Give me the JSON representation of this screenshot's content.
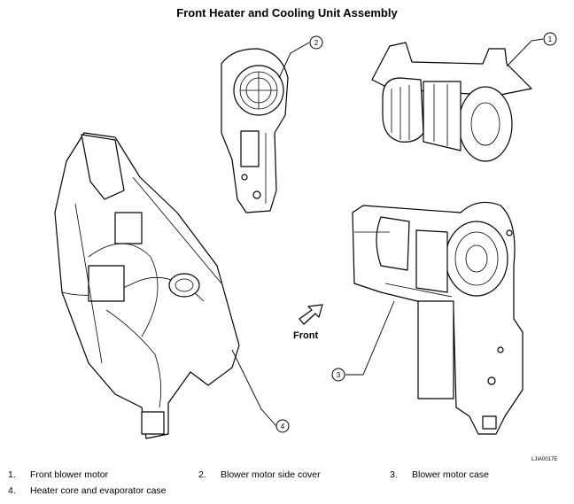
{
  "title": "Front Heater and Cooling Unit Assembly",
  "callouts": [
    "1",
    "2",
    "3",
    "4"
  ],
  "direction_label": "Front",
  "figure_code": "LJIA0017E",
  "legend": [
    {
      "num": "1.",
      "label": "Front blower motor"
    },
    {
      "num": "2.",
      "label": "Blower motor side cover"
    },
    {
      "num": "3.",
      "label": "Blower motor case"
    },
    {
      "num": "4.",
      "label": "Heater core and evaporator case"
    }
  ]
}
